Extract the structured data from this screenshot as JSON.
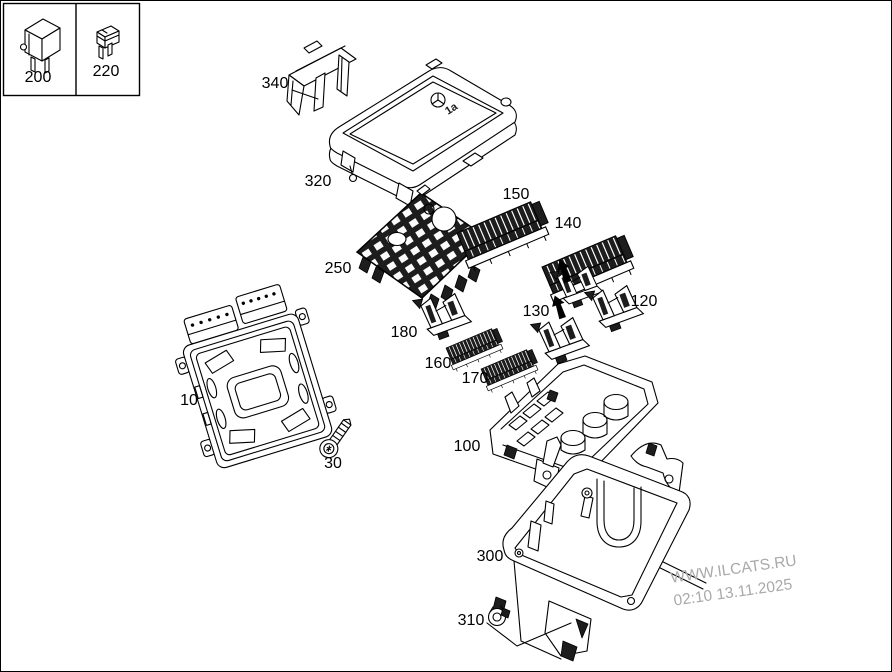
{
  "legend": {
    "items": [
      {
        "icon": "relay-icon",
        "label": "200"
      },
      {
        "icon": "blade-fuse-icon",
        "label": "220"
      }
    ]
  },
  "part_labels": {
    "p10": "10",
    "p30": "30",
    "p100": "100",
    "p120": "120",
    "p130": "130",
    "p140": "140",
    "p150": "150",
    "p160": "160",
    "p170": "170",
    "p180": "180",
    "p250": "250",
    "p300": "300",
    "p310": "310",
    "p320": "320",
    "p340": "340"
  },
  "cover_marking": "1a",
  "watermark": {
    "line1": "WWW.ILCATS.RU",
    "line2": "02:10 13.11.2025",
    "color": "#a9a9a9"
  },
  "colors": {
    "line": "#000000",
    "background": "#ffffff",
    "dark_fill": "#1d1d1d",
    "watermark": "#a9a9a9"
  }
}
